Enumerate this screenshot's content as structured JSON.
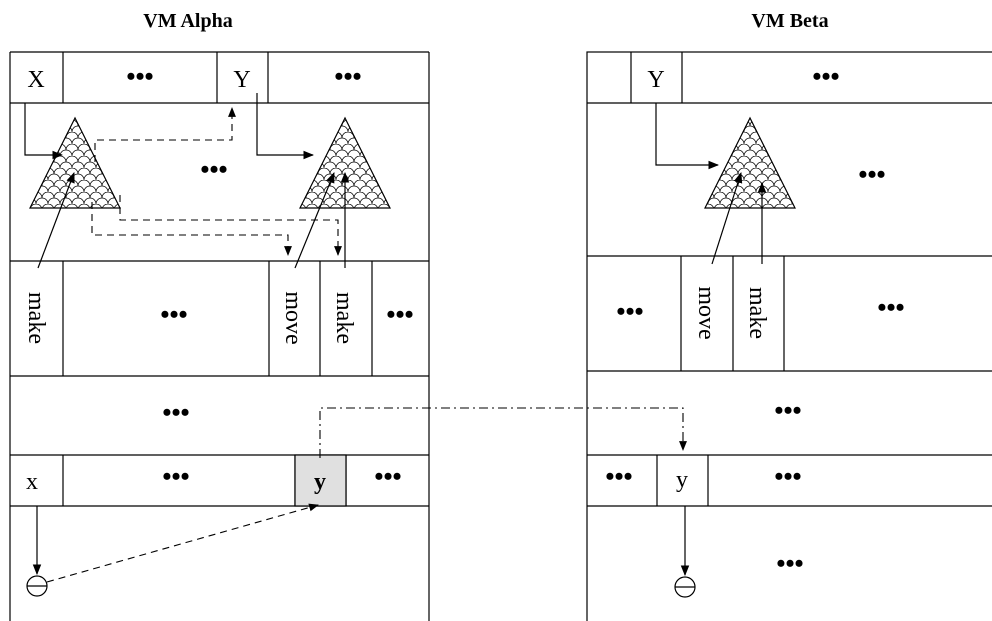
{
  "vm_alpha": {
    "title": "VM Alpha",
    "top_row": {
      "cell_x": "X",
      "dots_1": "•••",
      "cell_y": "Y",
      "dots_2": "•••"
    },
    "heap_dots": "•••",
    "stack_row": {
      "make_1": "make",
      "dots": "•••",
      "move": "move",
      "make_2": "make",
      "dots_end": "•••"
    },
    "middle_dots": "•••",
    "ref_row": {
      "cell_x": "x",
      "dots_1": "•••",
      "cell_y": "y",
      "dots_2": "•••"
    }
  },
  "vm_beta": {
    "title": "VM Beta",
    "top_row": {
      "cell_y": "Y",
      "dots": "•••"
    },
    "heap_dots": "•••",
    "stack_row": {
      "dots_start": "•••",
      "move": "move",
      "make": "make",
      "dots_end": "•••"
    },
    "middle_dots": "•••",
    "ref_row": {
      "dots_start": "•••",
      "cell_y": "y",
      "dots": "•••"
    },
    "bottom_dots": "•••"
  }
}
